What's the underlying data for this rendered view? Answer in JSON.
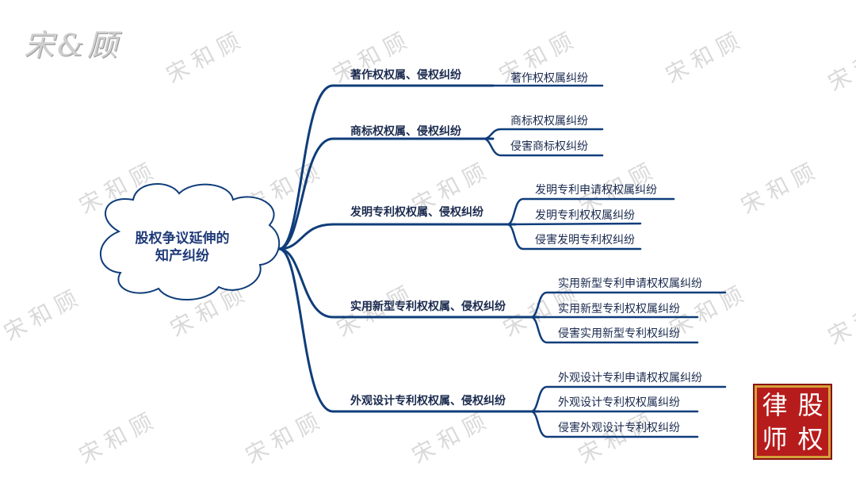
{
  "brand": {
    "logo_text": "宋&顾",
    "watermark": "宋和顾",
    "seal": [
      "律",
      "股",
      "师",
      "权"
    ]
  },
  "colors": {
    "line": "#0f3d7a",
    "text": "#1a2a4e",
    "root_text": "#1f3a78"
  },
  "root": {
    "line1": "股权争议延伸的",
    "line2": "知产纠纷"
  },
  "branches": [
    {
      "label": "著作权权属、侵权纠纷",
      "leaves": [
        "著作权权属纠纷"
      ]
    },
    {
      "label": "商标权权属、侵权纠纷",
      "leaves": [
        "商标权权属纠纷",
        "侵害商标权纠纷"
      ]
    },
    {
      "label": "发明专利权权属、侵权纠纷",
      "leaves": [
        "发明专利申请权权属纠纷",
        "发明专利权权属纠纷",
        "侵害发明专利权纠纷"
      ]
    },
    {
      "label": "实用新型专利权权属、侵权纠纷",
      "leaves": [
        "实用新型专利申请权权属纠纷",
        "实用新型专利权权属纠纷",
        "侵害实用新型专利权纠纷"
      ]
    },
    {
      "label": "外观设计专利权权属、侵权纠纷",
      "leaves": [
        "外观设计专利申请权权属纠纷",
        "外观设计专利权权属纠纷",
        "侵害外观设计专利权纠纷"
      ]
    }
  ]
}
